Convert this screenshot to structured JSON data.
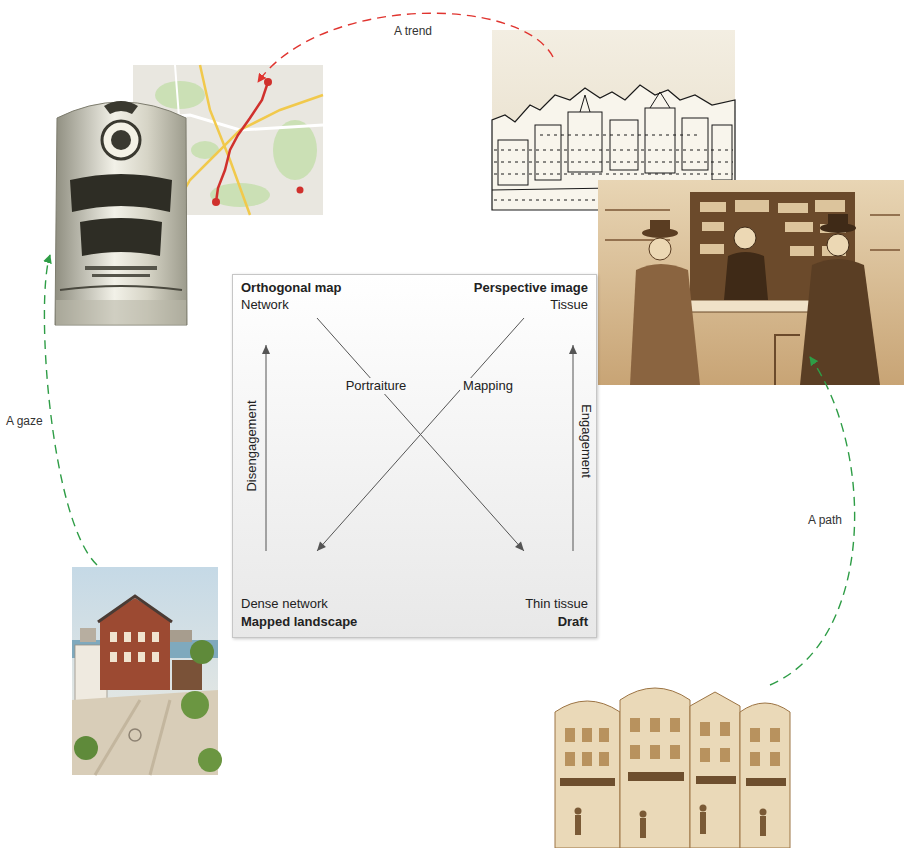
{
  "diagram": {
    "nodes": [
      {
        "text": [
          "Orthogonal map",
          "Network",
          "Perspective image",
          "Tissue",
          "Portraiture",
          "Mapping",
          "Disengagement",
          "Engagement",
          "Dense network",
          "Thin tissue",
          "Mapped landscape",
          "Draft"
        ]
      }
    ],
    "labels": [
      "A trend",
      "A gaze",
      "A path"
    ]
  }
}
